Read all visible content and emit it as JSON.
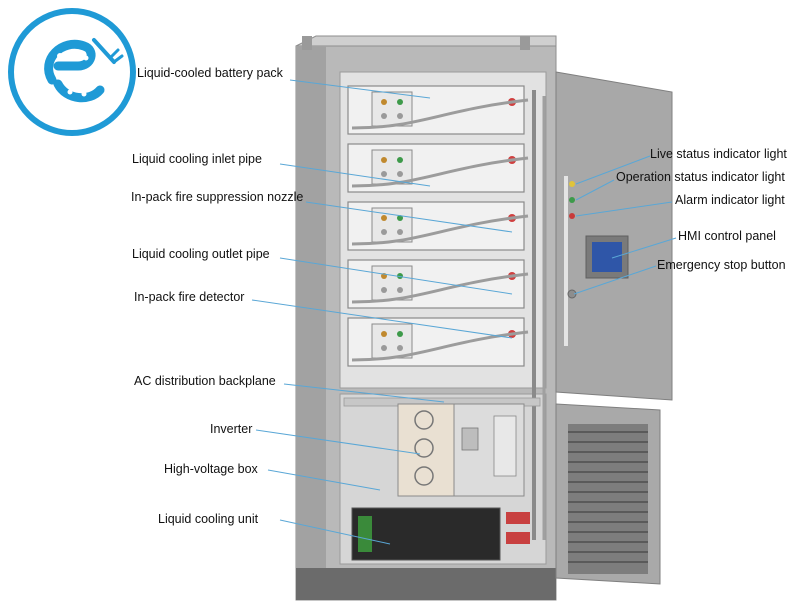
{
  "colors": {
    "logo_blue": "#1f9ad6",
    "cabinet_grey": "#b9b9b9",
    "cabinet_dark": "#8e8e8e",
    "leader_blue": "#5aa7d6",
    "hmi_screen": "#2f56a8",
    "battery_face": "#f1f1f1"
  },
  "logo": {
    "icon": "company-logo-icon"
  },
  "labels_left": [
    {
      "key": "battery_pack",
      "text": "Liquid-cooled battery pack"
    },
    {
      "key": "inlet_pipe",
      "text": "Liquid cooling inlet pipe"
    },
    {
      "key": "fire_nozzle",
      "text": "In-pack fire suppression nozzle"
    },
    {
      "key": "outlet_pipe",
      "text": "Liquid cooling outlet pipe"
    },
    {
      "key": "fire_detector",
      "text": "In-pack fire detector"
    },
    {
      "key": "ac_backplane",
      "text": "AC distribution backplane"
    },
    {
      "key": "inverter",
      "text": "Inverter"
    },
    {
      "key": "hv_box",
      "text": "High-voltage box"
    },
    {
      "key": "cooling_unit",
      "text": "Liquid cooling unit"
    }
  ],
  "labels_right": [
    {
      "key": "live_light",
      "text": "Live status indicator light"
    },
    {
      "key": "operation_light",
      "text": "Operation status indicator light"
    },
    {
      "key": "alarm_light",
      "text": "Alarm indicator light"
    },
    {
      "key": "hmi_panel",
      "text": "HMI control panel"
    },
    {
      "key": "estop",
      "text": "Emergency stop button"
    }
  ]
}
